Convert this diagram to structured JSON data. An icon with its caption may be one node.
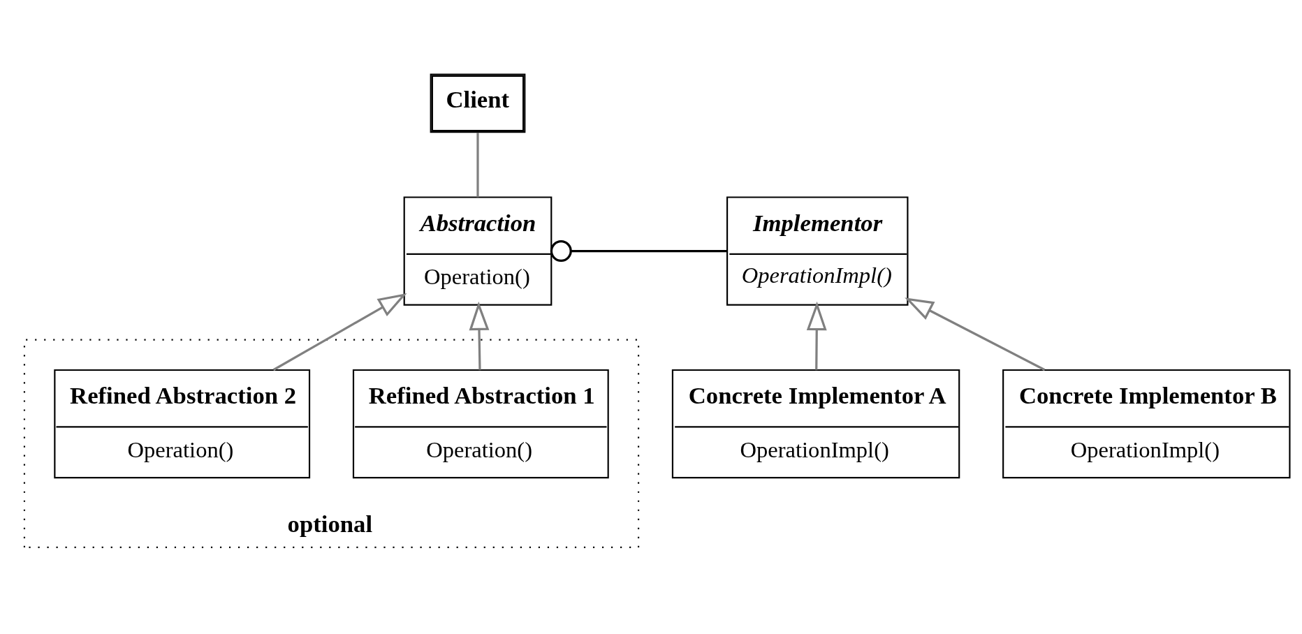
{
  "diagram": {
    "nodes": [
      {
        "text": [
          "Client"
        ]
      },
      {
        "text": [
          "Abstraction",
          "Operation()"
        ]
      },
      {
        "text": [
          "Implementor",
          "OperationImpl()"
        ]
      },
      {
        "text": [
          "optional"
        ]
      },
      {
        "text": [
          "Refined Abstraction 1",
          "Operation()"
        ],
        "in": 3
      },
      {
        "text": [
          "Refined Abstraction 2",
          "Operation()"
        ],
        "in": 3
      },
      {
        "text": [
          "Concrete Implementor A",
          "OperationImpl()"
        ]
      },
      {
        "text": [
          "Concrete Implementor B",
          "OperationImpl()"
        ]
      }
    ],
    "edges": [
      {
        "from": 0,
        "to": 1,
        "arrow": "none"
      },
      {
        "from": 1,
        "to": 2,
        "arrow": "other",
        "color": "#000000"
      },
      {
        "from": 4,
        "to": 1,
        "arrow": "to"
      },
      {
        "from": 5,
        "to": 1,
        "arrow": "to"
      },
      {
        "from": 6,
        "to": 2,
        "arrow": "to"
      },
      {
        "from": 7,
        "to": 2,
        "arrow": "to"
      }
    ]
  }
}
